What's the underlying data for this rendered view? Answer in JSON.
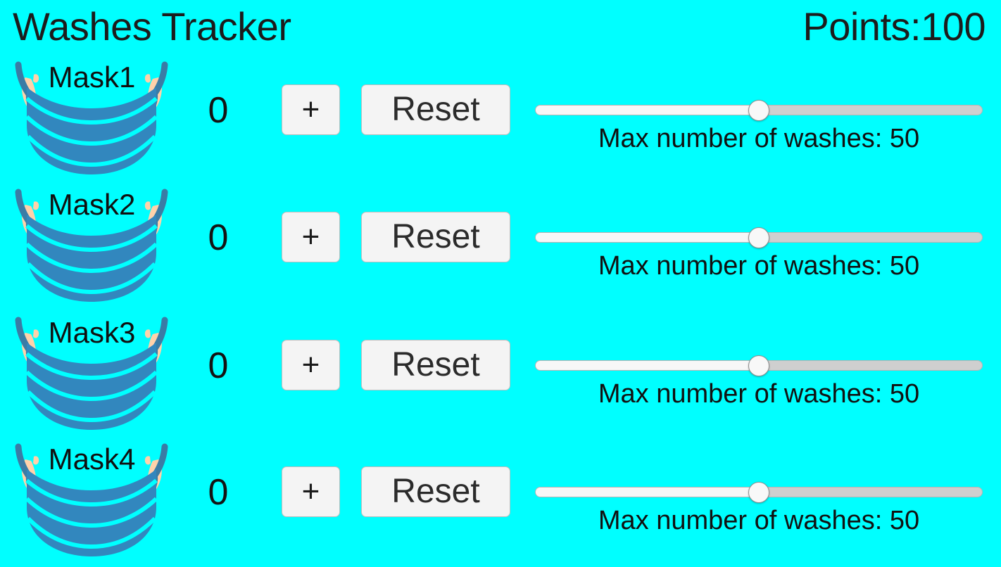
{
  "header": {
    "title": "Washes Tracker",
    "points_label": "Points:",
    "points_value": "100"
  },
  "theme": {
    "background": "#00FFFF",
    "mask_blue": "#3287BE",
    "mask_strap": "#3A7CA5",
    "ear_skin": "#FFD1A8",
    "button_face": "#F4F4F4",
    "button_border": "#BDBDBD",
    "text_color": "#1c1c1c",
    "slider_track": "#CFCFCF",
    "slider_fill": "#F7F7F7",
    "slider_thumb": "#F8F8F8"
  },
  "rows": [
    {
      "mask_label": "Mask1",
      "count": "0",
      "increment_label": "+",
      "reset_label": "Reset",
      "slider_caption": "Max number of washes: 50",
      "slider_value": 50,
      "slider_min": 0,
      "slider_max": 100,
      "slider_percent": 50
    },
    {
      "mask_label": "Mask2",
      "count": "0",
      "increment_label": "+",
      "reset_label": "Reset",
      "slider_caption": "Max number of washes: 50",
      "slider_value": 50,
      "slider_min": 0,
      "slider_max": 100,
      "slider_percent": 50
    },
    {
      "mask_label": "Mask3",
      "count": "0",
      "increment_label": "+",
      "reset_label": "Reset",
      "slider_caption": "Max number of washes: 50",
      "slider_value": 50,
      "slider_min": 0,
      "slider_max": 100,
      "slider_percent": 50
    },
    {
      "mask_label": "Mask4",
      "count": "0",
      "increment_label": "+",
      "reset_label": "Reset",
      "slider_caption": "Max number of washes: 50",
      "slider_value": 50,
      "slider_min": 0,
      "slider_max": 100,
      "slider_percent": 50
    }
  ],
  "icons": {
    "mask": "face-mask-icon"
  }
}
